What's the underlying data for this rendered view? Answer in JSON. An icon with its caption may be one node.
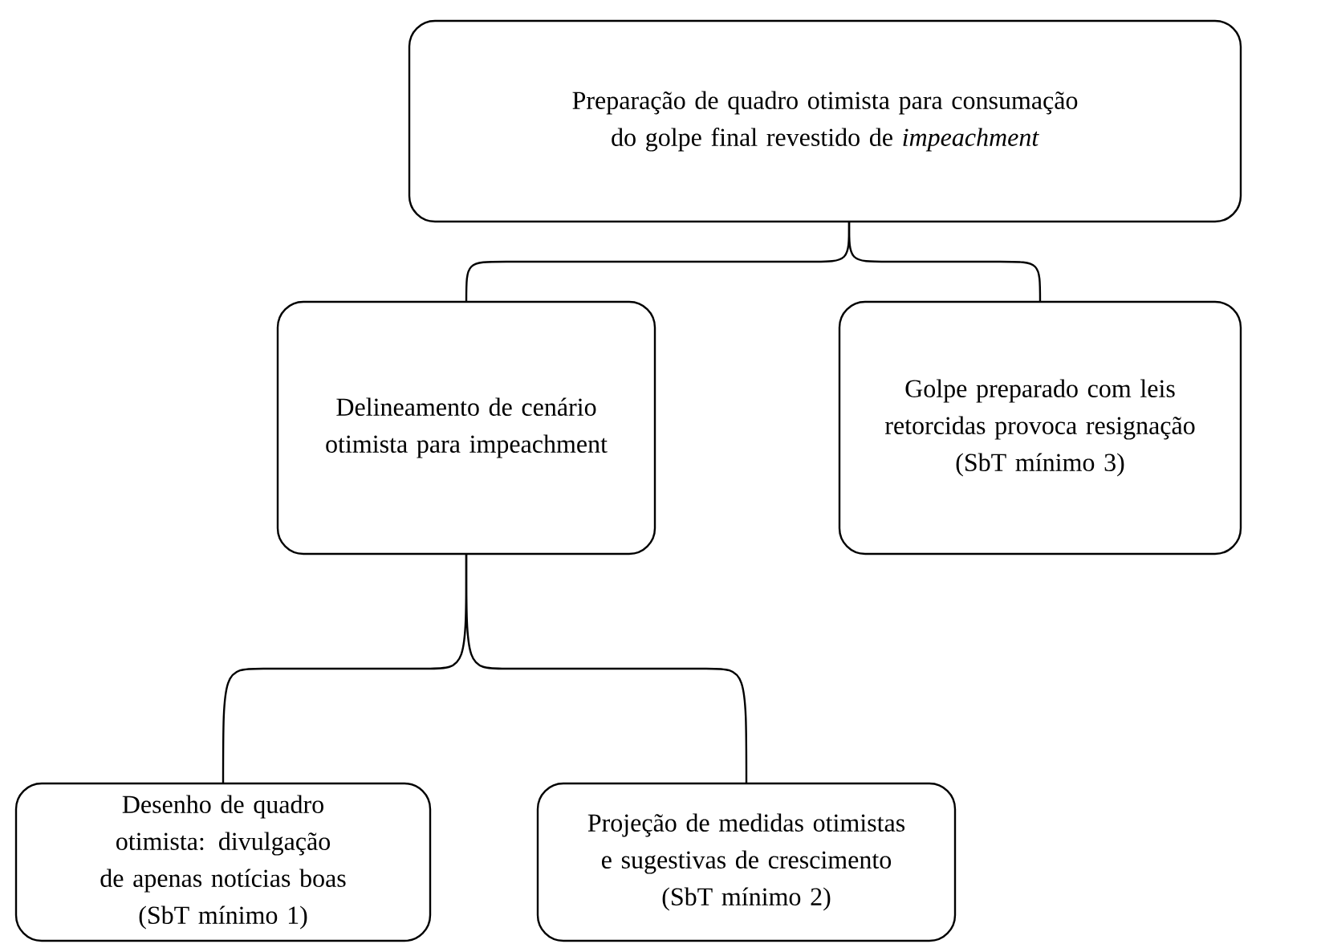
{
  "diagram": {
    "nodes": [
      {
        "text": [
          "Preparação de quadro otimista para consumação do golpe final revestido de *impeachment*"
        ]
      },
      {
        "text": [
          "Delineamento de cenário otimista para impeachment"
        ]
      },
      {
        "text": [
          "Golpe preparado com leis retorcidas provoca resignação",
          "(SbT mínimo 3)"
        ]
      },
      {
        "text": [
          "Desenho de quadro otimista: divulgação de apenas notícias boas",
          "(SbT mínimo 1)"
        ]
      },
      {
        "text": [
          "Projeção de medidas otimistas e sugestivas de crescimento",
          "(SbT mínimo 2)"
        ]
      }
    ],
    "edges": [
      {
        "from": 0,
        "to": 1,
        "arrow": "none"
      },
      {
        "from": 0,
        "to": 2,
        "arrow": "none"
      },
      {
        "from": 1,
        "to": 3,
        "arrow": "none"
      },
      {
        "from": 1,
        "to": 4,
        "arrow": "none"
      }
    ]
  }
}
